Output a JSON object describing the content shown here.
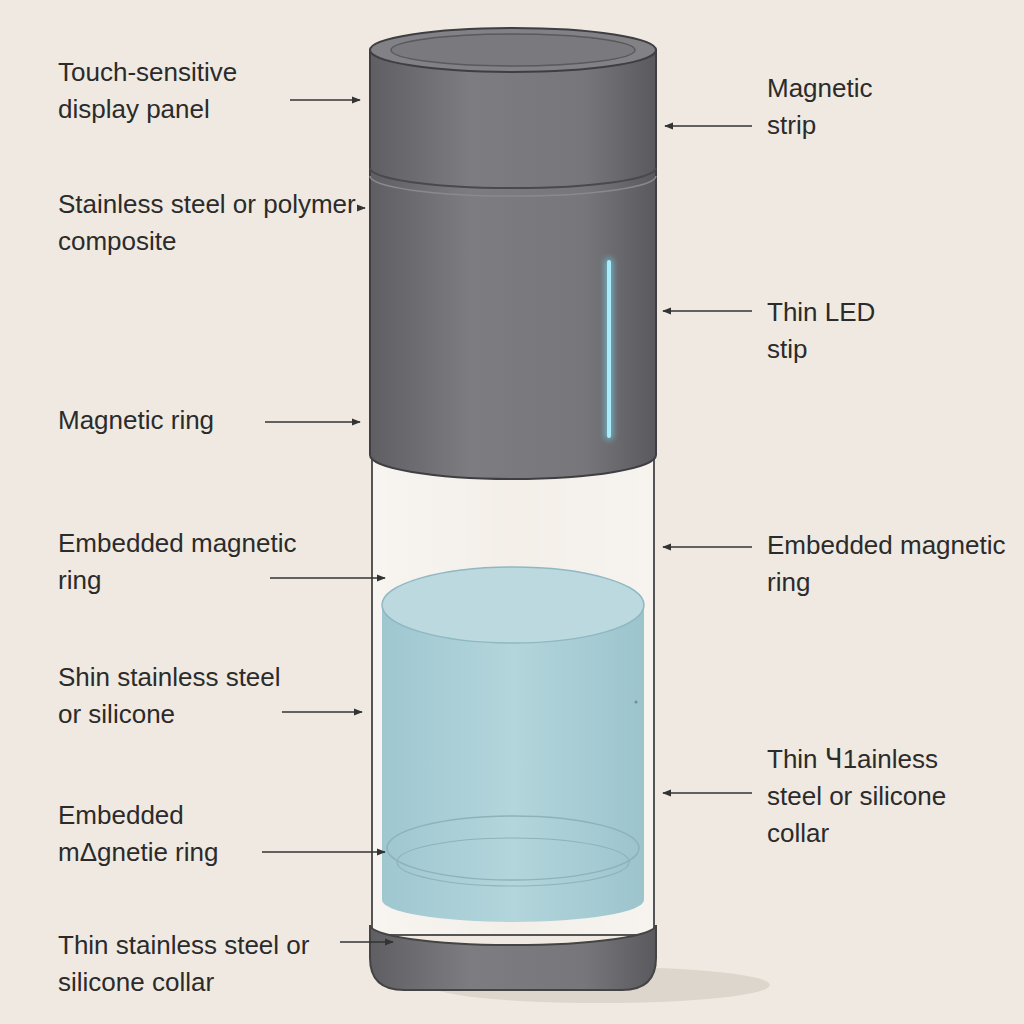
{
  "diagram": {
    "labels": [
      "Touch-sensitive display panel",
      "Stainless steel or polymer composite",
      "Magnetic ring",
      "Embedded magnetic ring",
      "Shin stainless steel or silicone",
      "Embedded mΔgnetie ring",
      "Thin stainless steel or silicone collar",
      "Magnetic strip",
      "Thin LED stip",
      "Embedded magnetic ring",
      "Thin Ɥ1ainless steel or silicone collar"
    ]
  }
}
